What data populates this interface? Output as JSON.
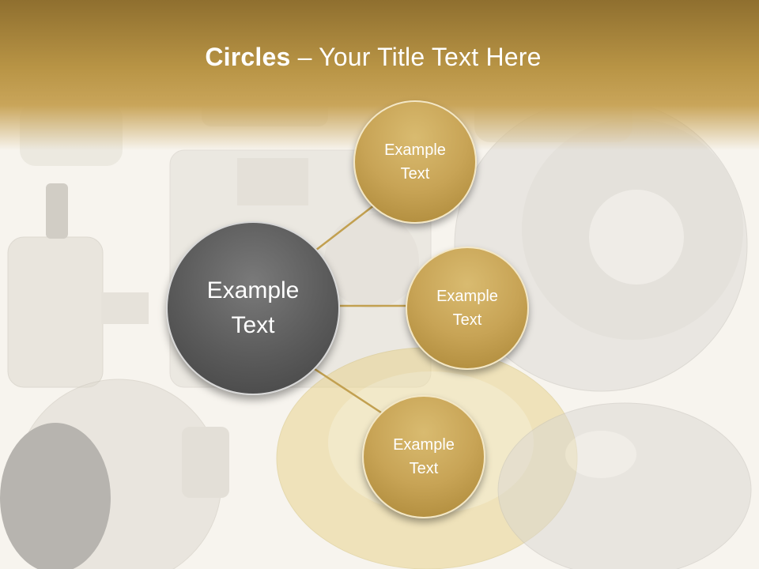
{
  "title": {
    "bold": "Circles",
    "rest": " – Your Title Text Here"
  },
  "center": {
    "label": "Example\nText"
  },
  "items": [
    {
      "label": "Example\nText"
    },
    {
      "label": "Example\nText"
    },
    {
      "label": "Example\nText"
    }
  ],
  "colors": {
    "header": "#b89445",
    "gold": "#c8a456",
    "center": "#5a5a5a",
    "connector": "#c2a050"
  }
}
